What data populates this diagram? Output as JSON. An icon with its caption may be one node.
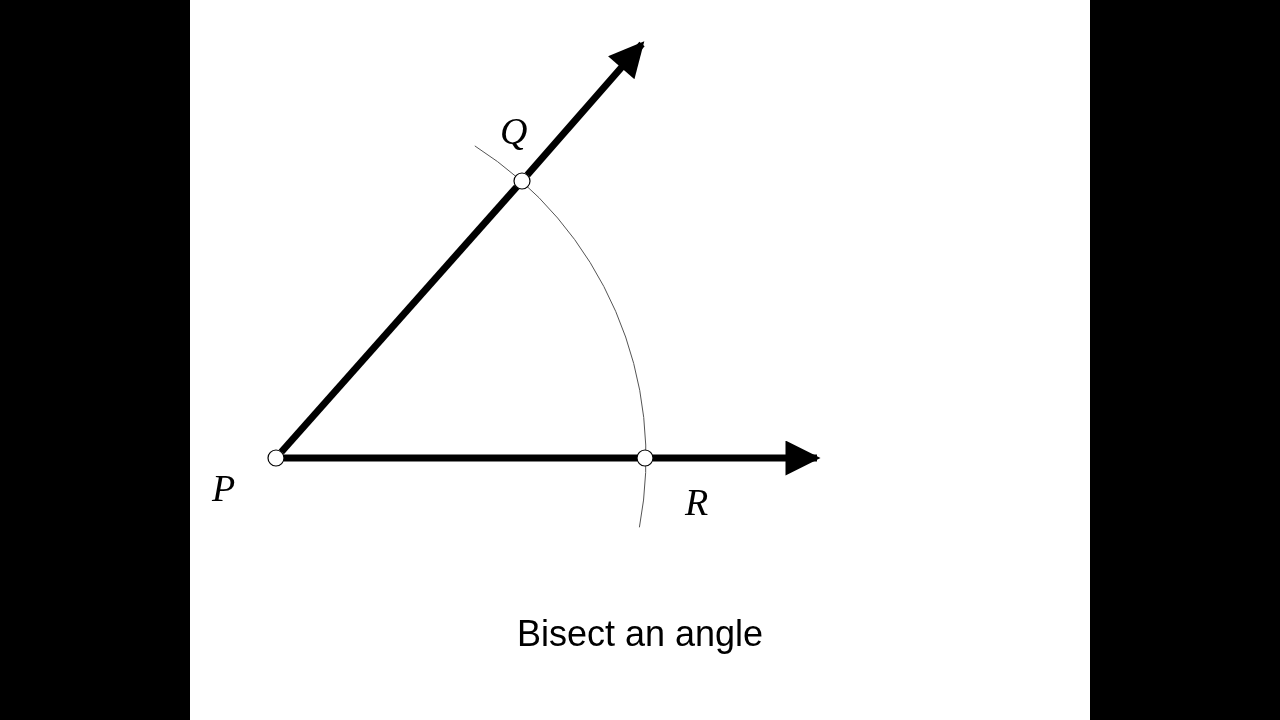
{
  "diagram": {
    "caption": "Bisect an angle",
    "nodes": [
      {
        "text": [
          "P"
        ]
      },
      {
        "text": [
          "Q"
        ]
      },
      {
        "text": [
          "R"
        ]
      }
    ],
    "edges": [
      {
        "from": 0,
        "to": 1,
        "arrow": "none"
      },
      {
        "from": 1,
        "to": null,
        "arrow": "to"
      },
      {
        "from": 0,
        "to": 2,
        "arrow": "none"
      },
      {
        "from": 2,
        "to": null,
        "arrow": "to"
      }
    ]
  }
}
